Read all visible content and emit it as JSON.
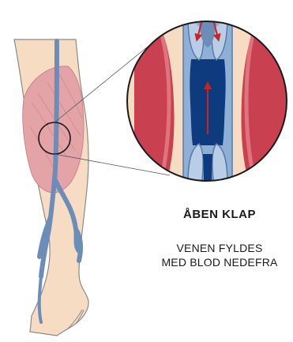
{
  "title": "ÅBEN KLAP",
  "description": [
    "VENEN FYLDES",
    "MED BLOD NEDEFRA"
  ],
  "colors": {
    "skin": "#f6dcc3",
    "skin_outline": "#8a8a8a",
    "muscle": "#d4727a",
    "muscle_dark": "#a8283a",
    "vein": "#6b8db8",
    "vein_dark": "#0e3a7e",
    "arrow": "#cc2222"
  }
}
